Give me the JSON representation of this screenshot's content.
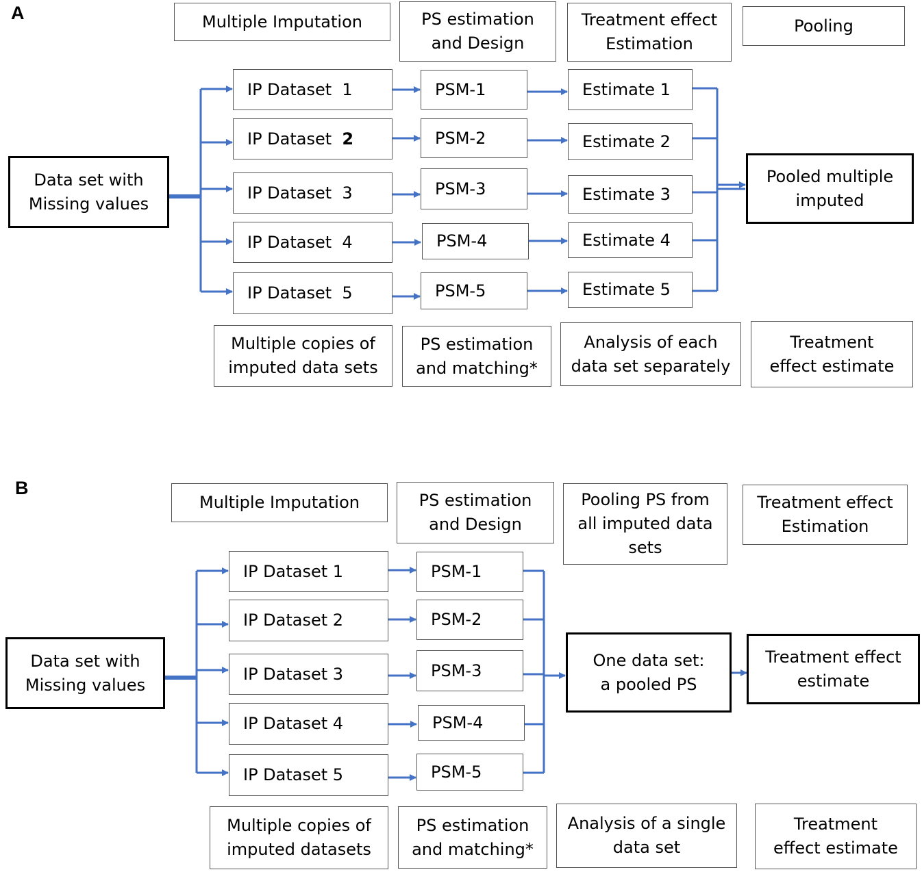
{
  "panel_a": {
    "label": "A",
    "headers": {
      "imputation": "Multiple Imputation",
      "ps_design": "PS estimation\nand Design",
      "effect_estimation": "Treatment effect\nEstimation",
      "pooling": "Pooling"
    },
    "source": "Data set with\nMissing values",
    "datasets": [
      {
        "prefix": "IP Dataset  ",
        "num": "1"
      },
      {
        "prefix": "IP Dataset  ",
        "num": "2"
      },
      {
        "prefix": "IP Dataset  ",
        "num": "3"
      },
      {
        "prefix": "IP Dataset  ",
        "num": "4"
      },
      {
        "prefix": "IP Dataset  ",
        "num": "5"
      }
    ],
    "psm": [
      "PSM-1",
      "PSM-2",
      "PSM-3",
      "PSM-4",
      "PSM-5"
    ],
    "estimates": [
      "Estimate 1",
      "Estimate 2",
      "Estimate 3",
      "Estimate 4",
      "Estimate 5"
    ],
    "pooled": "Pooled multiple\nimputed",
    "footers": {
      "copies": "Multiple copies of\nimputed data sets",
      "ps_matching": "PS estimation\nand matching*",
      "analysis": "Analysis of each\ndata set separately",
      "effect": "Treatment\neffect estimate"
    }
  },
  "panel_b": {
    "label": "B",
    "headers": {
      "imputation": "Multiple Imputation",
      "ps_design": "PS estimation\nand Design",
      "pooling_ps": "Pooling PS from\nall imputed data\nsets",
      "effect_estimation": "Treatment effect\nEstimation"
    },
    "source": "Data set with\nMissing values",
    "datasets": [
      "IP Dataset  1",
      "IP Dataset  2",
      "IP Dataset  3",
      "IP Dataset  4",
      "IP Dataset  5"
    ],
    "psm": [
      "PSM-1",
      "PSM-2",
      "PSM-3",
      "PSM-4",
      "PSM-5"
    ],
    "pooled_ps": "One data set:\na pooled PS",
    "effect_estimate": "Treatment effect\nestimate",
    "footers": {
      "copies": "Multiple copies of\nimputed datasets",
      "ps_matching": "PS estimation\nand matching*",
      "analysis": "Analysis of a single\ndata set",
      "effect": "Treatment\neffect estimate"
    }
  },
  "colors": {
    "arrow": "#4472C4",
    "box_border": "#555555",
    "emphasis_border": "#000000"
  }
}
